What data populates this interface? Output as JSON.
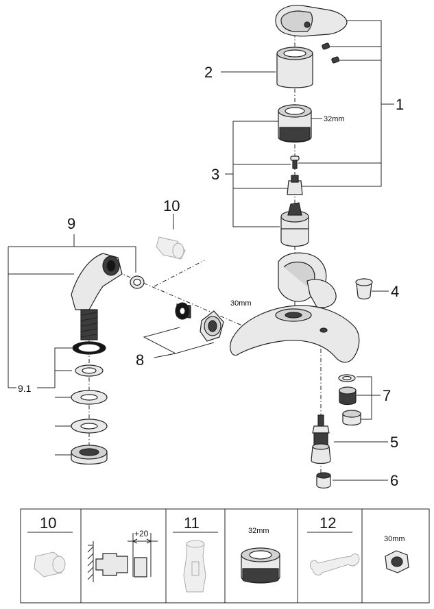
{
  "callouts": {
    "c1": "1",
    "c2": "2",
    "c3": "3",
    "c4": "4",
    "c5": "5",
    "c6": "6",
    "c7": "7",
    "c8": "8",
    "c9": "9",
    "c9_1": "9.1",
    "c10": "10"
  },
  "dimensions": {
    "nut_30": "30mm",
    "cartridge_32": "32mm"
  },
  "accessories": {
    "box10_number": "10",
    "adjust_label": "+20",
    "box11_number": "11",
    "box11_size": "32mm",
    "box12_number": "12",
    "box12_size": "30mm"
  },
  "colors": {
    "line": "#222222",
    "chrome": "#e9e9e9",
    "dark_part": "#3d3d3d"
  }
}
